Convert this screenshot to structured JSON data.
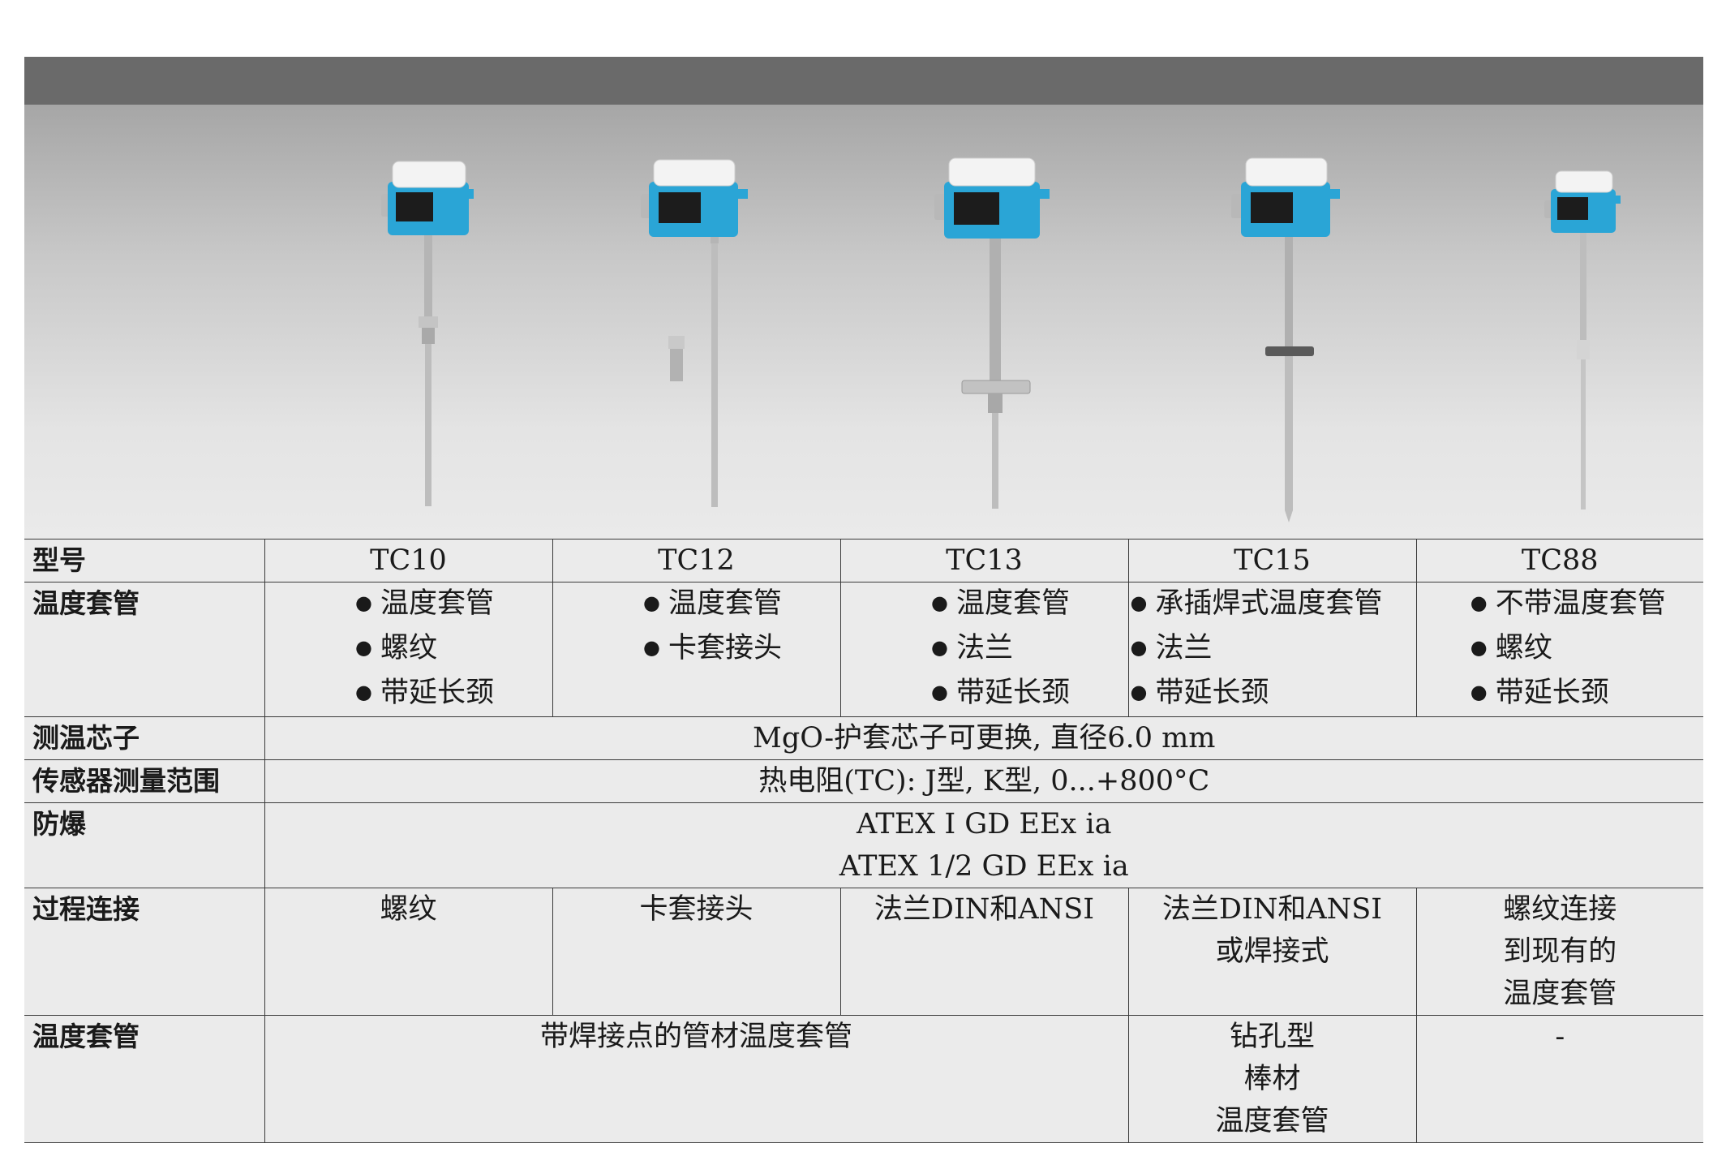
{
  "colors": {
    "header_bar": "#6a6a6a",
    "table_bg": "#ebebeb",
    "sensor_head_blue": "#2aa5d6",
    "sensor_cap_white": "#f3f3f3"
  },
  "products": [
    {
      "model": "TC10",
      "thermowell_bullets": [
        "温度套管",
        "螺纹",
        "带延长颈"
      ],
      "process_connection": [
        "螺纹"
      ]
    },
    {
      "model": "TC12",
      "thermowell_bullets": [
        "温度套管",
        "卡套接头"
      ],
      "process_connection": [
        "卡套接头"
      ]
    },
    {
      "model": "TC13",
      "thermowell_bullets": [
        "温度套管",
        "法兰",
        "带延长颈"
      ],
      "process_connection": [
        "法兰DIN和ANSI"
      ]
    },
    {
      "model": "TC15",
      "thermowell_bullets": [
        "承插焊式温度套管",
        "法兰",
        "带延长颈"
      ],
      "process_connection": [
        "法兰DIN和ANSI",
        "或焊接式"
      ]
    },
    {
      "model": "TC88",
      "thermowell_bullets": [
        "不带温度套管",
        "螺纹",
        "带延长颈"
      ],
      "process_connection": [
        "螺纹连接",
        "到现有的",
        "温度套管"
      ]
    }
  ],
  "row_labels": {
    "model": "型号",
    "thermowell": "温度套管",
    "insert": "测温芯子",
    "sensor_range": "传感器测量范围",
    "explosion_protection": "防爆",
    "process_connection": "过程连接",
    "thermowell_type": "温度套管"
  },
  "shared": {
    "insert": "MgO-护套芯子可更换, 直径6.0 mm",
    "sensor_range": "热电阻(TC):  J型, K型, 0...+800°C",
    "explosion_protection": [
      "ATEX I GD EEx ia",
      "ATEX 1/2 GD EEx ia"
    ],
    "thermowell_type_tc10_tc13": "带焊接点的管材温度套管",
    "thermowell_type_tc15": [
      "钻孔型",
      "棒材",
      "温度套管"
    ],
    "thermowell_type_tc88": "-"
  }
}
